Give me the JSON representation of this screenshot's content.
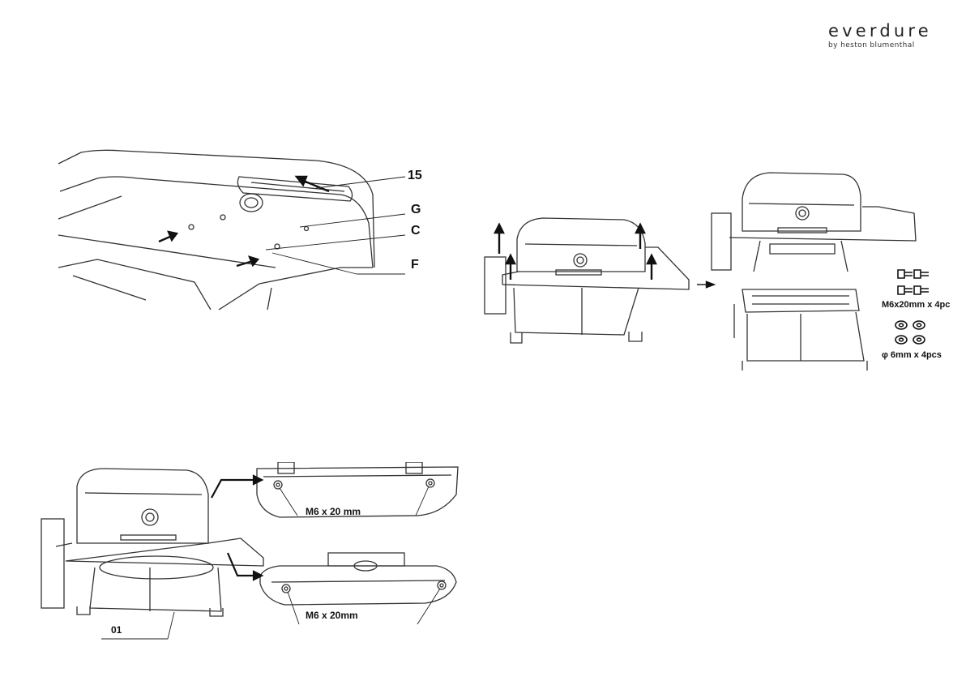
{
  "brand": {
    "name": "everdure",
    "subtitle": "by heston blumenthal"
  },
  "panel1": {
    "labels": {
      "part15": "15",
      "partG": "G",
      "partC": "C",
      "partF": "F"
    }
  },
  "panel2": {
    "screws": "M6x20mm x 4pc",
    "washers": "φ 6mm x 4pcs"
  },
  "panel3": {
    "screw_top": "M6 x 20 mm",
    "screw_bottom": "M6 x 20mm",
    "part01": "01"
  }
}
